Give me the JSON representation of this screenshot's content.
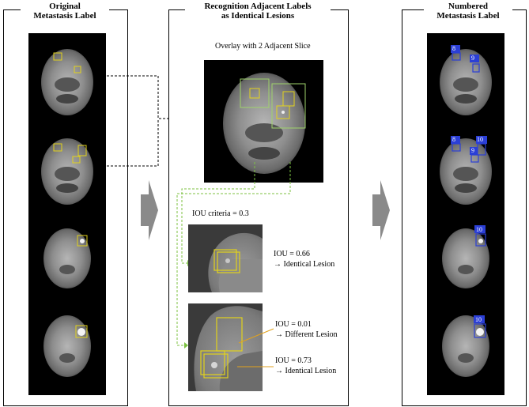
{
  "panels": {
    "left_title_line1": "Original",
    "left_title_line2": "Metastasis Label",
    "middle_title_line1": "Recognition Adjacent Labels",
    "middle_title_line2": "as Identical Lesions",
    "right_title_line1": "Numbered",
    "right_title_line2": "Metastasis Label"
  },
  "middle": {
    "overlay_caption": "Overlay with 2 Adjacent Slice",
    "iou_criteria": "IOU criteria = 0.3",
    "crop1_iou": "IOU = 0.66",
    "crop1_result": "→ Identical Lesion",
    "crop2_iou_a": "IOU = 0.01",
    "crop2_result_a": "→ Different Lesion",
    "crop2_iou_b": "IOU = 0.73",
    "crop2_result_b": "→ Identical Lesion"
  },
  "labels": {
    "slice1_a": "8",
    "slice1_b": "9",
    "slice2_a": "8",
    "slice2_b": "10",
    "slice2_c": "9",
    "slice3_a": "10",
    "slice4_a": "10"
  },
  "colors": {
    "box_green": "#9fd36b",
    "box_yellow": "#e2d21c",
    "box_blue": "#2b3fd6",
    "arrow_gray": "#8a8a8a",
    "dash_green": "#7cc242"
  }
}
